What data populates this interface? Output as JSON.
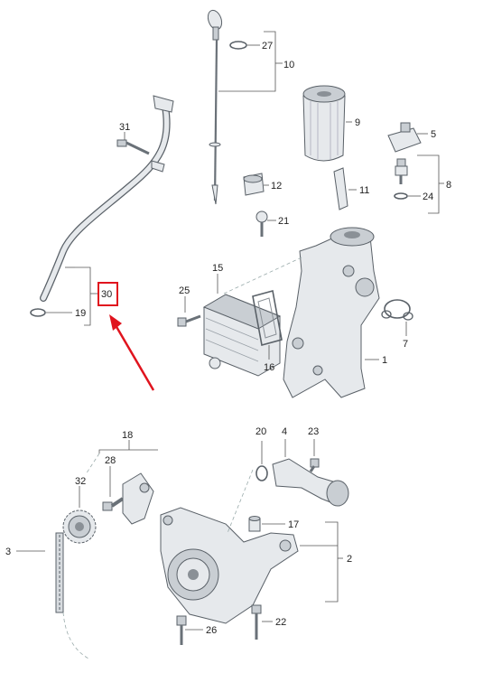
{
  "callouts": [
    {
      "id": "c27",
      "text": "27"
    },
    {
      "id": "c10",
      "text": "10"
    },
    {
      "id": "c9",
      "text": "9"
    },
    {
      "id": "c31",
      "text": "31"
    },
    {
      "id": "c5",
      "text": "5"
    },
    {
      "id": "c8",
      "text": "8"
    },
    {
      "id": "c24",
      "text": "24"
    },
    {
      "id": "c12",
      "text": "12"
    },
    {
      "id": "c11",
      "text": "11"
    },
    {
      "id": "c21",
      "text": "21"
    },
    {
      "id": "c15",
      "text": "15"
    },
    {
      "id": "c25",
      "text": "25"
    },
    {
      "id": "c30",
      "text": "30"
    },
    {
      "id": "c19",
      "text": "19"
    },
    {
      "id": "c16",
      "text": "16"
    },
    {
      "id": "c7",
      "text": "7"
    },
    {
      "id": "c1",
      "text": "1"
    },
    {
      "id": "c18",
      "text": "18"
    },
    {
      "id": "c20",
      "text": "20"
    },
    {
      "id": "c4",
      "text": "4"
    },
    {
      "id": "c23",
      "text": "23"
    },
    {
      "id": "c28",
      "text": "28"
    },
    {
      "id": "c32",
      "text": "32"
    },
    {
      "id": "c17",
      "text": "17"
    },
    {
      "id": "c3",
      "text": "3"
    },
    {
      "id": "c2",
      "text": "2"
    },
    {
      "id": "c26",
      "text": "26"
    },
    {
      "id": "c22",
      "text": "22"
    }
  ],
  "highlight": {
    "callout": "30",
    "color": "#e0141e"
  }
}
